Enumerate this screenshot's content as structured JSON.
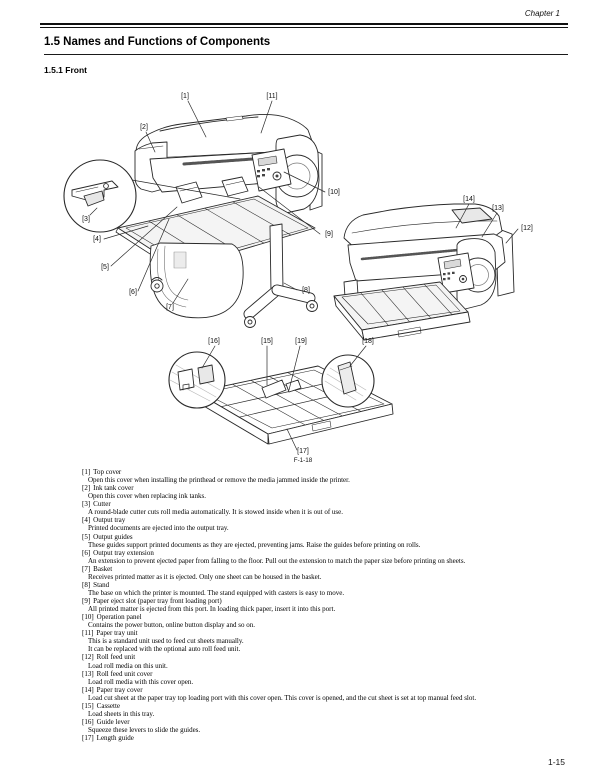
{
  "page": {
    "chapter_header": "Chapter 1",
    "section_title": "1.5 Names and Functions of Components",
    "subsection_title": "1.5.1 Front",
    "page_number": "1-15"
  },
  "figure": {
    "figure_number": "F-1-18",
    "callouts": [
      "[1]",
      "[2]",
      "[3]",
      "[4]",
      "[5]",
      "[6]",
      "[7]",
      "[8]",
      "[9]",
      "[10]",
      "[11]",
      "[12]",
      "[13]",
      "[14]",
      "[15]",
      "[16]",
      "[17]",
      "[18]",
      "[19]"
    ]
  },
  "components": [
    {
      "label": "[1]",
      "name": "Top cover",
      "descriptions": [
        "Open this cover when installing the printhead or remove the media jammed inside the printer."
      ]
    },
    {
      "label": "[2]",
      "name": "Ink tank cover",
      "descriptions": [
        "Open this cover when replacing ink tanks."
      ]
    },
    {
      "label": "[3]",
      "name": "Cutter",
      "descriptions": [
        "A round-blade cutter cuts roll media automatically. It is stowed inside when it is out of use."
      ]
    },
    {
      "label": "[4]",
      "name": "Output tray",
      "descriptions": [
        "Printed documents are ejected into the output tray."
      ]
    },
    {
      "label": "[5]",
      "name": "Output guides",
      "descriptions": [
        "These guides support printed documents as they are ejected, preventing jams. Raise the guides before printing on rolls."
      ]
    },
    {
      "label": "[6]",
      "name": "Output tray extension",
      "descriptions": [
        "An extension to prevent ejected paper from falling to the floor. Pull out the extension to match the paper size before printing on sheets."
      ]
    },
    {
      "label": "[7]",
      "name": "Basket",
      "descriptions": [
        "Receives printed matter as it is ejected. Only one sheet can be housed in the basket."
      ]
    },
    {
      "label": "[8]",
      "name": "Stand",
      "descriptions": [
        "The base on which the printer is mounted. The stand equipped with casters is easy to move."
      ]
    },
    {
      "label": "[9]",
      "name": "Paper eject slot (paper tray front loading port)",
      "descriptions": [
        "All printed matter is ejected from this port. In loading thick paper, insert it into this port."
      ]
    },
    {
      "label": "[10]",
      "name": "Operation panel",
      "descriptions": [
        "Contains the power button, online button display and so on."
      ]
    },
    {
      "label": "[11]",
      "name": "Paper tray unit",
      "descriptions": [
        "This is a standard unit used to feed cut sheets manually.",
        "It can be replaced with the optional auto roll feed unit."
      ]
    },
    {
      "label": "[12]",
      "name": "Roll feed unit",
      "descriptions": [
        "Load roll media on this unit."
      ]
    },
    {
      "label": "[13]",
      "name": "Roll feed unit cover",
      "descriptions": [
        "Load roll media with this cover open."
      ]
    },
    {
      "label": "[14]",
      "name": "Paper tray cover",
      "descriptions": [
        "Load cut sheet at the paper tray top loading port with this cover open. This cover is opened, and the cut sheet is set at top manual feed slot."
      ]
    },
    {
      "label": "[15]",
      "name": "Cassette",
      "descriptions": [
        "Load sheets in this tray."
      ]
    },
    {
      "label": "[16]",
      "name": "Guide lever",
      "descriptions": [
        "Squeeze these levers to slide the guides."
      ]
    },
    {
      "label": "[17]",
      "name": "Length guide",
      "descriptions": []
    }
  ]
}
